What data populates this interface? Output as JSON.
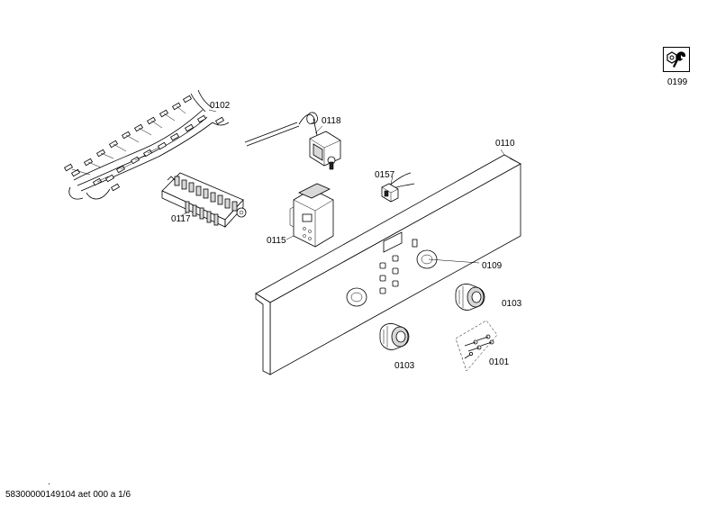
{
  "footer": {
    "doc_id": "58300000149104 aet 000 a 1/6",
    "mark": "."
  },
  "callouts": {
    "p0102": "0102",
    "p0118": "0118",
    "p0110": "0110",
    "p0157": "0157",
    "p0117": "0117",
    "p0115": "0115",
    "p0109": "0109",
    "p0103a": "0103",
    "p0103b": "0103",
    "p0101": "0101",
    "p0199": "0199"
  },
  "icons": {
    "tool": "wrench-nut-icon"
  }
}
